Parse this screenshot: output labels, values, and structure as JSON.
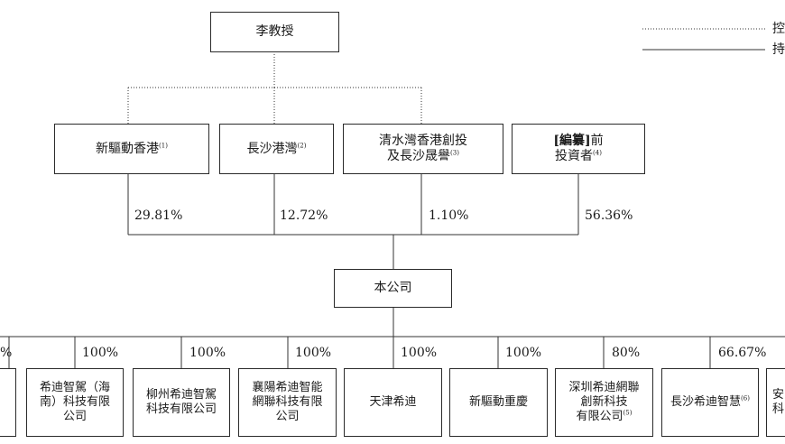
{
  "top_shareholder": {
    "name": "李教授"
  },
  "legend": [
    {
      "style": "dotted",
      "label": "控"
    },
    {
      "style": "solid",
      "label": "持"
    }
  ],
  "shareholders": [
    {
      "line1": "新驅動香港",
      "note": "(1)",
      "line2": "",
      "pct": "29.81%",
      "link": "dotted"
    },
    {
      "line1": "長沙港灣",
      "note": "(2)",
      "line2": "",
      "pct": "12.72%",
      "link": "dotted"
    },
    {
      "line1": "清水灣香港創投",
      "line2": "及長沙晟譽",
      "note": "(3)",
      "pct": "1.10%",
      "link": "dotted"
    },
    {
      "line1_bold": "[編纂]",
      "line1": "前",
      "line2": "投資者",
      "note": "(4)",
      "pct": "56.36%",
      "link": "none"
    }
  ],
  "company": {
    "name": "本公司"
  },
  "subsidiaries": [
    {
      "lines": [
        "",
        "",
        ""
      ],
      "pct": "%"
    },
    {
      "lines": [
        "希迪智駕（海",
        "南）科技有限",
        "公司"
      ],
      "pct": "100%"
    },
    {
      "lines": [
        "柳州希迪智駕",
        "科技有限公司",
        ""
      ],
      "pct": "100%"
    },
    {
      "lines": [
        "襄陽希迪智能",
        "網聯科技有限",
        "公司"
      ],
      "pct": "100%"
    },
    {
      "lines": [
        "天津希迪",
        "",
        ""
      ],
      "pct": "100%"
    },
    {
      "lines": [
        "新驅動重慶",
        "",
        ""
      ],
      "pct": "100%"
    },
    {
      "lines": [
        "深圳希迪網聯",
        "創新科技",
        "有限公司"
      ],
      "note": "(5)",
      "pct": "80%"
    },
    {
      "lines": [
        "長沙希迪智慧",
        "",
        ""
      ],
      "note": "(6)",
      "pct": "66.67%"
    },
    {
      "lines": [
        "安",
        "科",
        ""
      ],
      "pct": ""
    }
  ]
}
